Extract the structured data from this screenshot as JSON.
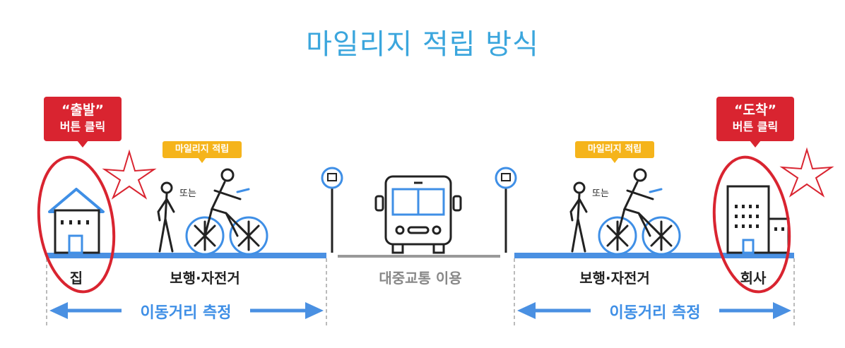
{
  "title": "마일리지 적립 방식",
  "callouts": {
    "depart_l1": "“출발”",
    "depart_l2": "버튼 클릭",
    "arrive_l1": "“도착”",
    "arrive_l2": "버튼 클릭",
    "mileage_left": "마일리지 적립",
    "mileage_right": "마일리지 적립"
  },
  "labels": {
    "or_left": "또는",
    "or_right": "또는",
    "home": "집",
    "walk_bike_left": "보행·자전거",
    "transit": "대중교통 이용",
    "walk_bike_right": "보행·자전거",
    "office": "회사",
    "measure_left": "이동거리 측정",
    "measure_right": "이동거리 측정"
  },
  "colors": {
    "title": "#3ba6dd",
    "red": "#d92430",
    "yellow": "#f5b41b",
    "blue_road": "#4a90e2",
    "gray_road": "#999999"
  },
  "icons": [
    "house-icon",
    "pedestrian-icon",
    "cyclist-icon",
    "bus-stop-icon",
    "bus-icon",
    "office-building-icon",
    "star-scribble-icon"
  ]
}
